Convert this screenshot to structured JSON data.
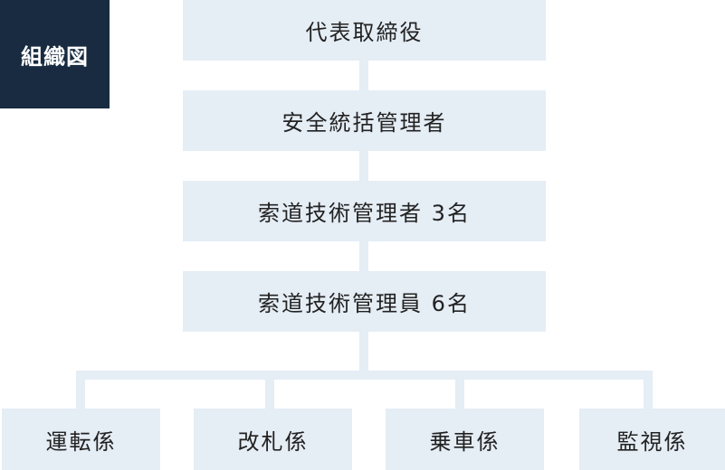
{
  "title": "組織図",
  "chain": [
    "代表取締役",
    "安全統括管理者",
    "索道技術管理者 3名",
    "索道技術管理員 6名"
  ],
  "branches": [
    "運転係",
    "改札係",
    "乗車係",
    "監視係"
  ],
  "colors": {
    "badge_background": "#182b40",
    "box_background": "#e5edf5",
    "text": "#222222"
  }
}
